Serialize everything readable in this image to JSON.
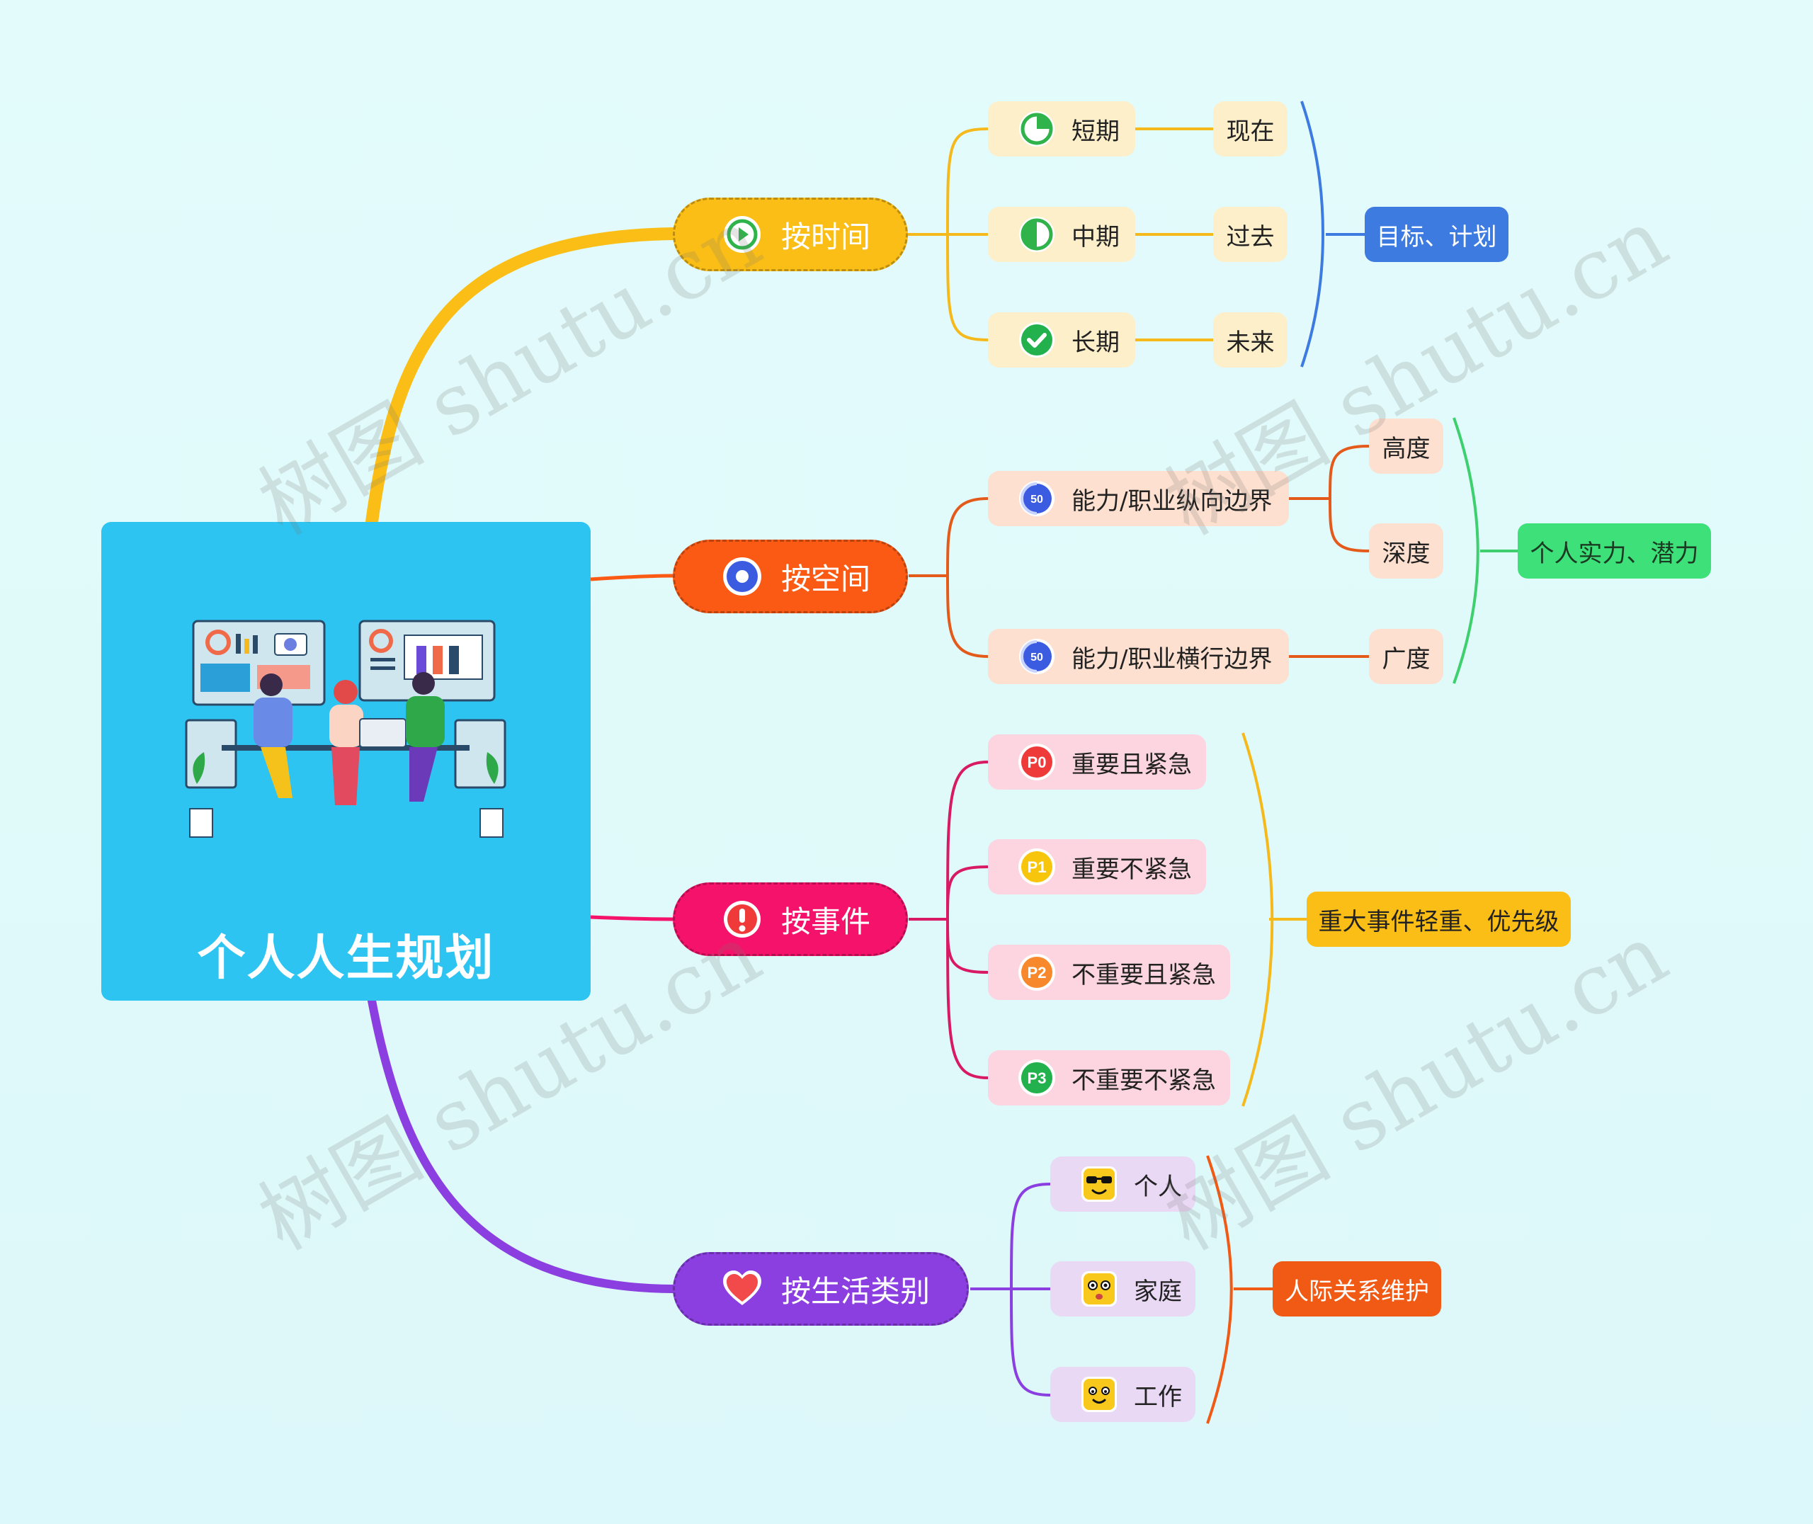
{
  "root": {
    "title": "个人人生规划"
  },
  "colors": {
    "time": "#fbbe16",
    "space": "#fa5a14",
    "event": "#f5126a",
    "life": "#8b3fe0",
    "time_leaf": "#fdefc9",
    "space_leaf": "#fde0cf",
    "event_leaf": "#fcd5e0",
    "life_leaf": "#ead9f5"
  },
  "branches": {
    "time": {
      "label": "按时间",
      "icon": "play-icon"
    },
    "space": {
      "label": "按空间",
      "icon": "record-icon"
    },
    "event": {
      "label": "按事件",
      "icon": "exclamation-icon"
    },
    "life": {
      "label": "按生活类别",
      "icon": "heart-icon"
    }
  },
  "time_nodes": [
    {
      "label": "短期",
      "icon": "quarter-pie-icon",
      "child": "现在"
    },
    {
      "label": "中期",
      "icon": "half-pie-icon",
      "child": "过去"
    },
    {
      "label": "长期",
      "icon": "check-circle-icon",
      "child": "未来"
    }
  ],
  "time_summary": "目标、计划",
  "space_nodes": [
    {
      "label": "能力/职业纵向边界",
      "icon": "fifty-percent-icon",
      "children": [
        "高度",
        "深度"
      ]
    },
    {
      "label": "能力/职业横行边界",
      "icon": "fifty-percent-icon",
      "children": [
        "广度"
      ]
    }
  ],
  "space_summary": "个人实力、潜力",
  "event_nodes": [
    {
      "label": "重要且紧急",
      "badge": "P0",
      "badge_color": "#ef3a3a"
    },
    {
      "label": "重要不紧急",
      "badge": "P1",
      "badge_color": "#f7c60c"
    },
    {
      "label": "不重要且紧急",
      "badge": "P2",
      "badge_color": "#f7882b"
    },
    {
      "label": "不重要不紧急",
      "badge": "P3",
      "badge_color": "#23b14d"
    }
  ],
  "event_summary": "重大事件轻重、优先级",
  "life_nodes": [
    {
      "label": "个人",
      "icon": "sunglasses-face-icon"
    },
    {
      "label": "家庭",
      "icon": "happy-face-icon"
    },
    {
      "label": "工作",
      "icon": "smile-face-icon"
    }
  ],
  "life_summary": "人际关系维护",
  "watermark": "树图 shutu.cn"
}
